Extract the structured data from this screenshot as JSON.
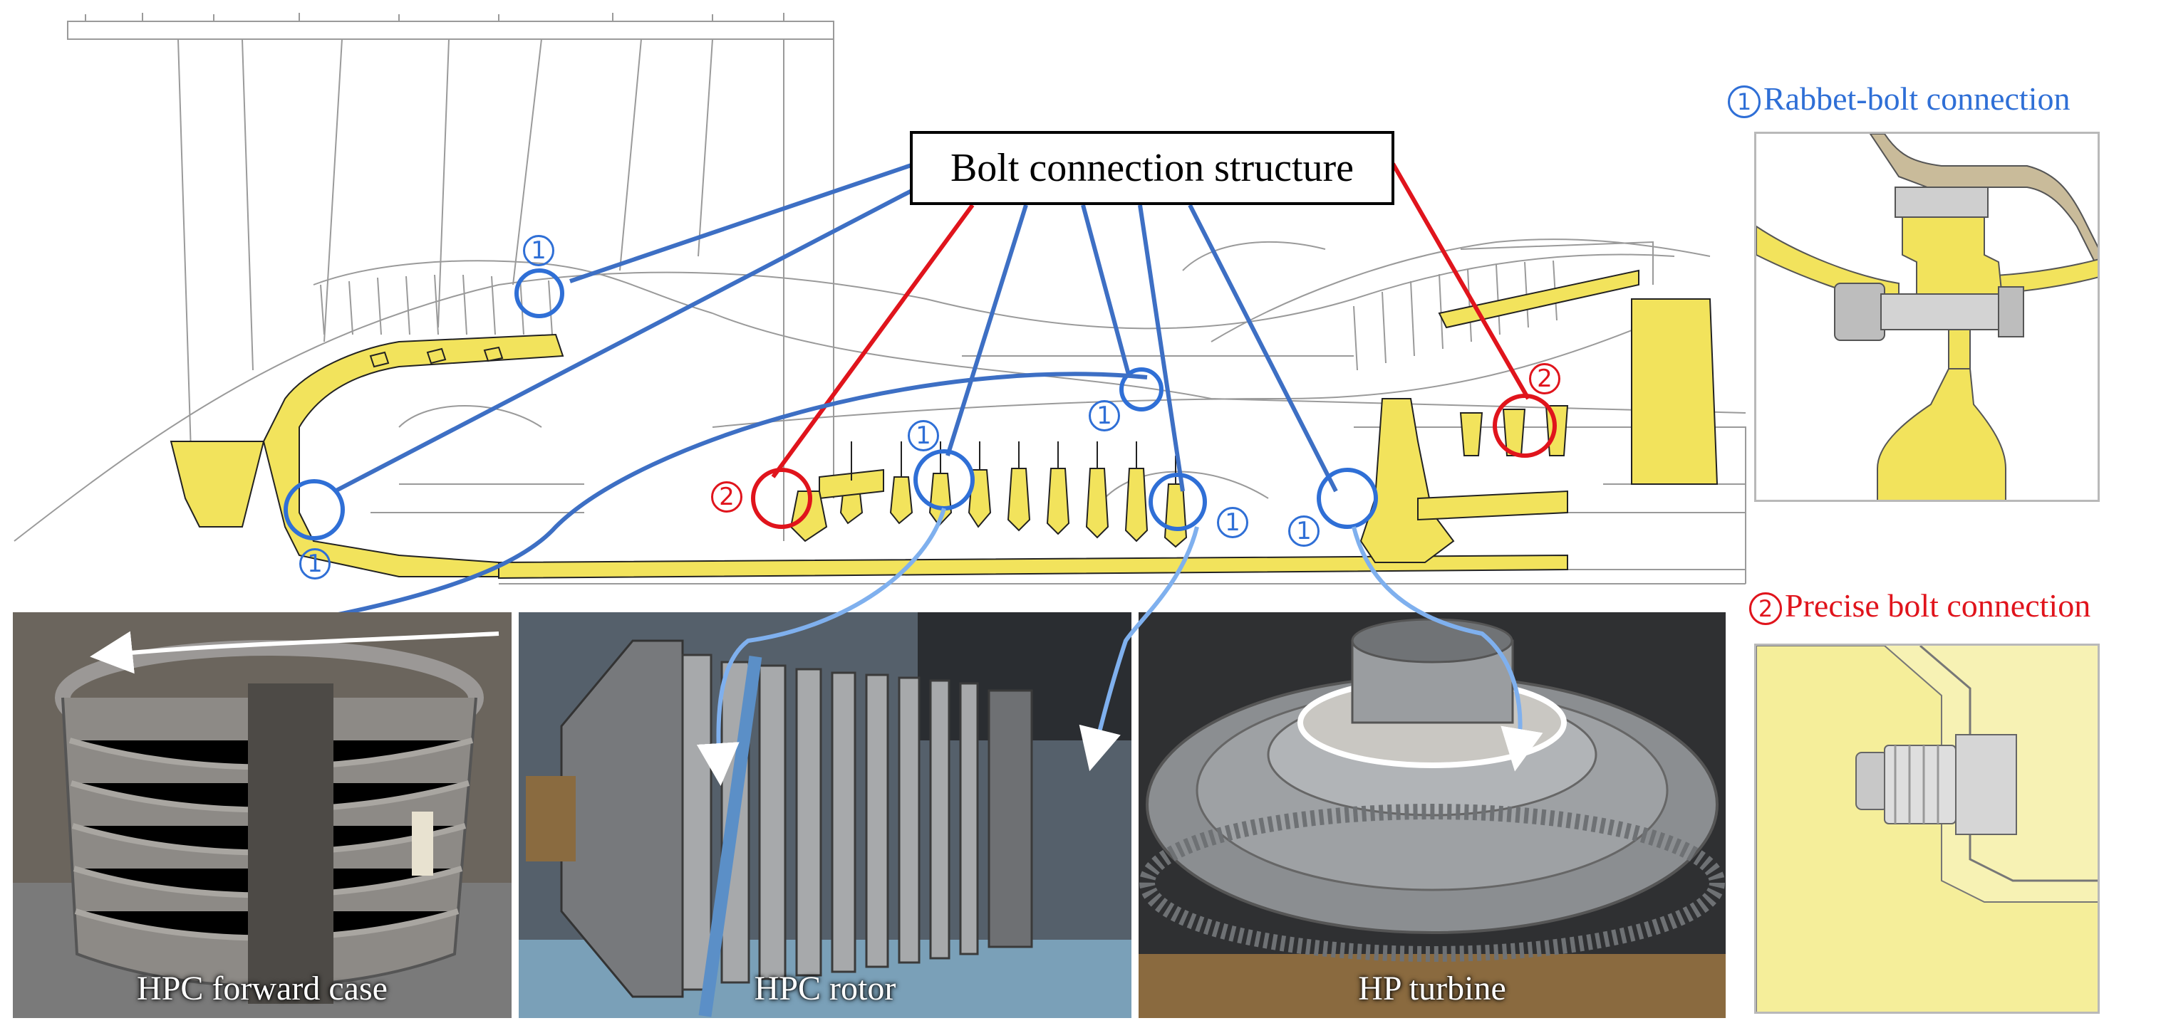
{
  "title": "Bolt connection structure",
  "marker_symbols": {
    "one": "1",
    "two": "2"
  },
  "insets": {
    "rabbet": {
      "number": "1",
      "label": "Rabbet-bolt connection"
    },
    "precise": {
      "number": "2",
      "label": "Precise bolt connection"
    }
  },
  "photos": {
    "forward_case": "HPC forward case",
    "rotor": "HPC rotor",
    "turbine": "HP turbine"
  },
  "colors": {
    "blue": "#2f6fd6",
    "red": "#e0141c",
    "callout_line": "#3d6fc4",
    "part_yellow": "#f2e35c",
    "arrow_light": "#7fb0ee"
  }
}
